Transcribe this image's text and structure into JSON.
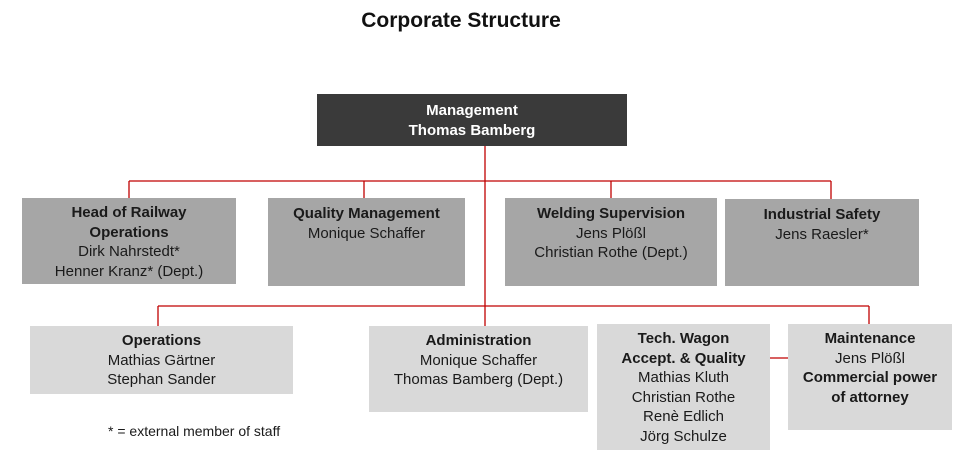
{
  "title": "Corporate Structure",
  "colors": {
    "connector": "#c00000",
    "management": "#3a3a3a",
    "row1": "#a6a6a6",
    "row2": "#d9d9d9"
  },
  "management": {
    "role": "Management",
    "name": "Thomas  Bamberg"
  },
  "row1": [
    {
      "role_lines": [
        "Head of Railway",
        "Operations"
      ],
      "names": [
        "Dirk Nahrstedt*",
        "Henner  Kranz* (Dept.)"
      ]
    },
    {
      "role_lines": [
        "Quality Management"
      ],
      "names": [
        "Monique Schaffer"
      ]
    },
    {
      "role_lines": [
        "Welding Supervision"
      ],
      "names": [
        "Jens Plößl",
        "Christian Rothe (Dept.)"
      ]
    },
    {
      "role_lines": [
        "Industrial  Safety"
      ],
      "names": [
        "Jens Raesler*"
      ]
    }
  ],
  "row2": [
    {
      "role_lines": [
        "Operations"
      ],
      "names": [
        "Mathias Gärtner",
        "Stephan Sander"
      ]
    },
    {
      "role_lines": [
        "Administration"
      ],
      "names": [
        "Monique Schaffer",
        "Thomas Bamberg (Dept.)"
      ]
    },
    {
      "role_lines": [
        "Tech. Wagon",
        "Accept. & Quality"
      ],
      "names": [
        "Mathias Kluth",
        "Christian Rothe",
        "Renè Edlich",
        "Jörg Schulze"
      ]
    },
    {
      "role_lines": [
        "Maintenance"
      ],
      "names": [
        "Jens Plößl"
      ],
      "bold_lines": [
        "Commercial power",
        "of attorney"
      ]
    }
  ],
  "footnote": "* = external member of staff"
}
